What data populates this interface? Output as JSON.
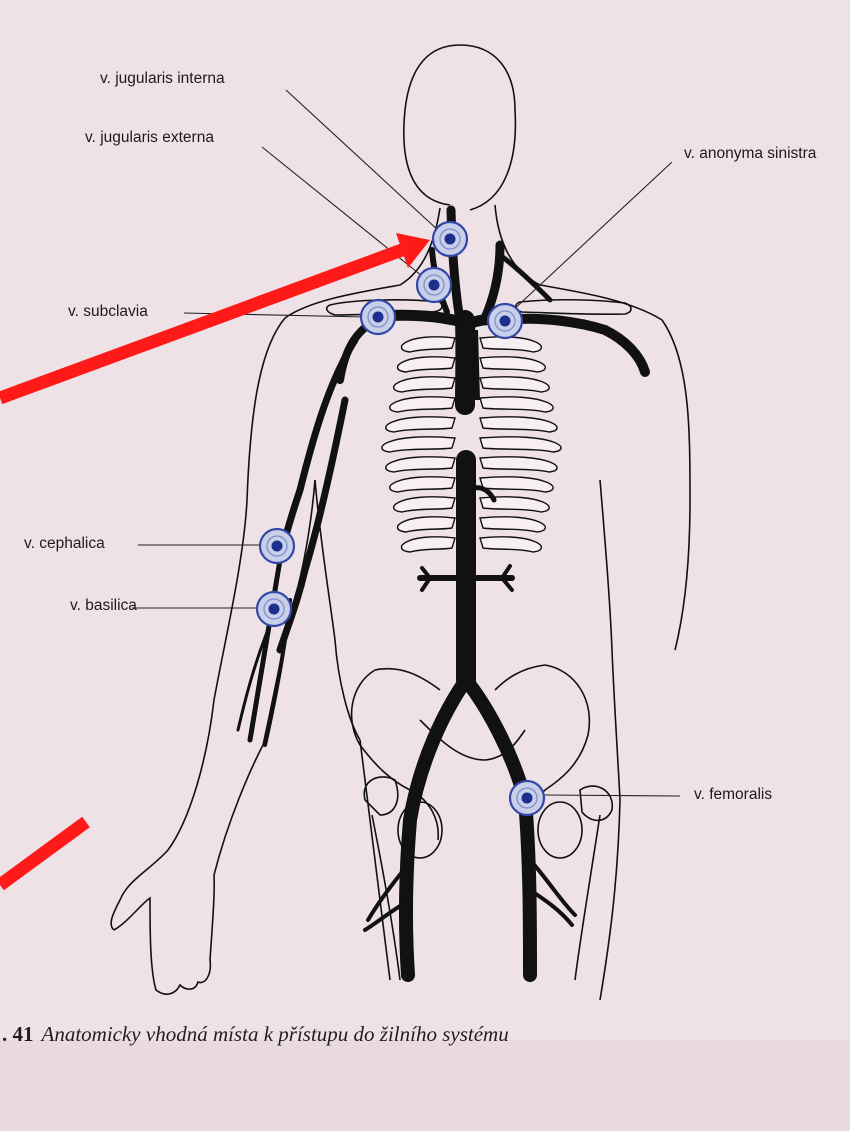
{
  "labels": {
    "jugularis_interna": "v. jugularis interna",
    "jugularis_externa": "v. jugularis externa",
    "anonyma_sinistra": "v. anonyma sinistra",
    "subclavia": "v. subclavia",
    "cephalica": "v. cephalica",
    "basilica": "v. basilica",
    "femoralis": "v. femoralis"
  },
  "caption": {
    "number": ". 41",
    "text": "Anatomicky vhodná místa k přístupu do žilního systému"
  },
  "colors": {
    "paper": "#efe2e6",
    "ink": "#111111",
    "marker_fill": "#c7cfe9",
    "marker_ring": "#3347a6",
    "marker_dot": "#1d2f8f",
    "arrow": "#ff1a1a"
  }
}
